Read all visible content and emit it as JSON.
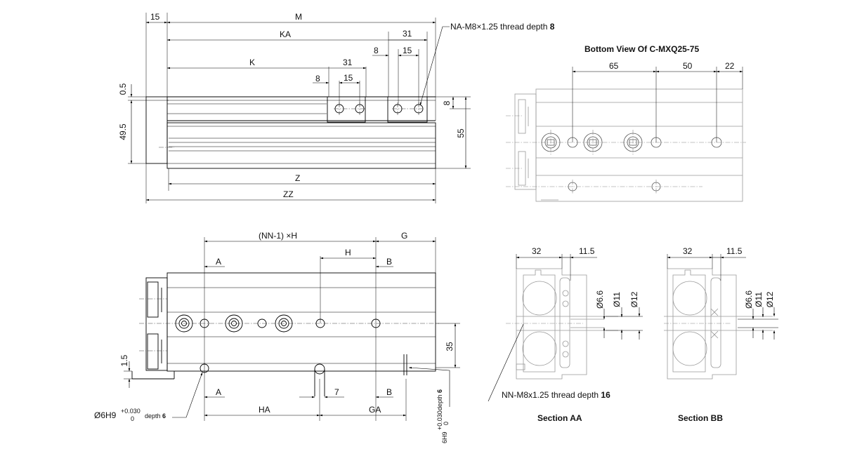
{
  "top_view": {
    "dims": {
      "d15": "15",
      "M": "M",
      "KA": "KA",
      "d31_upper": "31",
      "d8_upper": "8",
      "d15_upper": "15",
      "K": "K",
      "d31_lower": "31",
      "d8_lower": "8",
      "d15_lower": "15",
      "d0_5": "0.5",
      "d49_5": "49.5",
      "d8_right": "8",
      "d55": "55",
      "Z": "Z",
      "ZZ": "ZZ"
    },
    "callout": {
      "text": "NA-M8×1.25 thread depth ",
      "depth": "8"
    }
  },
  "bottom_view": {
    "title": "Bottom View Of C-MXQ25-75",
    "dims": {
      "d65": "65",
      "d50": "50",
      "d22": "22"
    }
  },
  "side_view": {
    "dims": {
      "NN_H": "(NN-1) ×H",
      "G": "G",
      "H": "H",
      "A_top": "A",
      "B_top": "B",
      "A_bot": "A",
      "B_bot": "B",
      "d7": "7",
      "HA": "HA",
      "GA": "GA",
      "d35": "35",
      "d1_5": "1.5"
    },
    "tol_left": {
      "base": "Ø6H9",
      "upper": "+0.030",
      "lower": "0",
      "depth_label": "depth ",
      "depth": "6"
    },
    "tol_right": {
      "base": "6H9",
      "upper": "+0.030",
      "lower": "0",
      "depth_label": "depth ",
      "depth": "6"
    }
  },
  "section_aa": {
    "title": "Section AA",
    "dims": {
      "d32": "32",
      "d11_5": "11.5",
      "d6_6": "Ø6.6",
      "d11": "Ø11",
      "d12": "Ø12"
    },
    "callout": {
      "text": "NN-M8x1.25 thread depth ",
      "depth": "16"
    }
  },
  "section_bb": {
    "title": "Section BB",
    "dims": {
      "d32": "32",
      "d11_5": "11.5",
      "d6_6": "Ø6.6",
      "d11": "Ø11",
      "d12": "Ø12"
    }
  }
}
